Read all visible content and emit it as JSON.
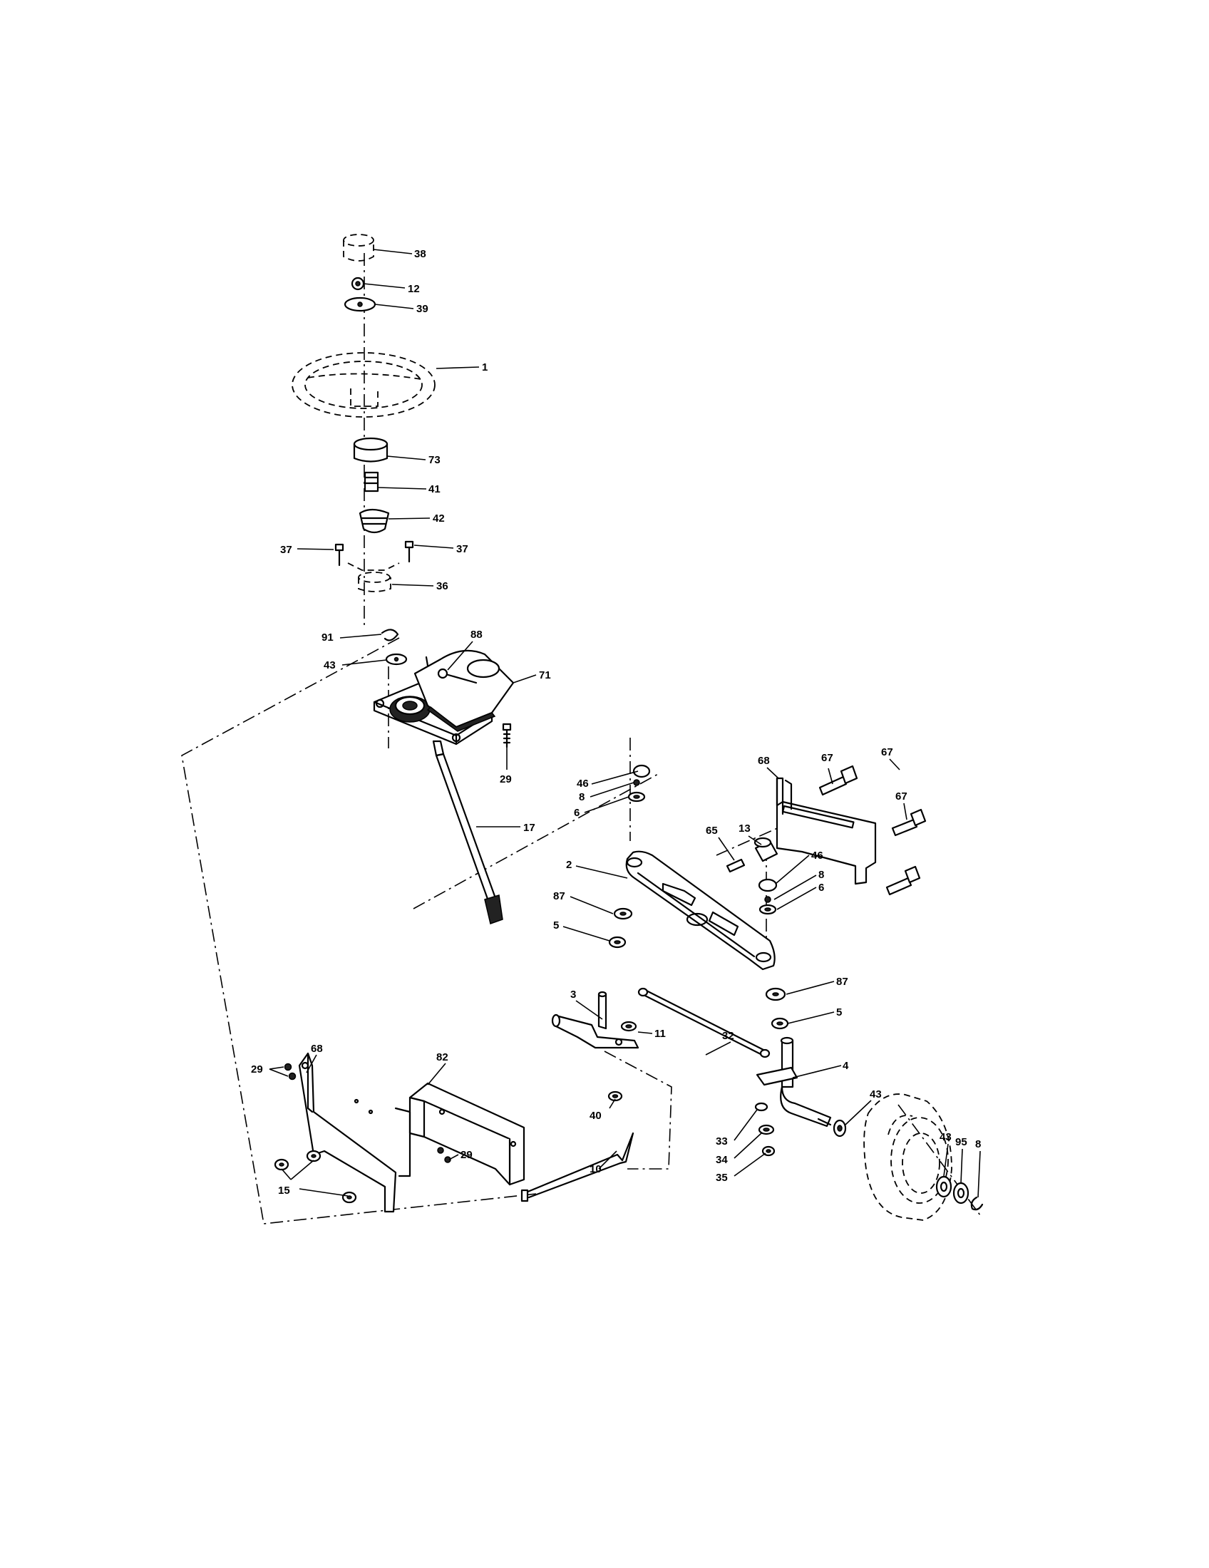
{
  "diagram": {
    "labels": [
      "38",
      "12",
      "39",
      "1",
      "73",
      "41",
      "42",
      "37",
      "37",
      "36",
      "91",
      "88",
      "43",
      "71",
      "29",
      "17",
      "68",
      "67",
      "67",
      "67",
      "46",
      "8",
      "6",
      "13",
      "65",
      "2",
      "46",
      "8",
      "6",
      "87",
      "5",
      "87",
      "3",
      "11",
      "32",
      "5",
      "68",
      "29",
      "82",
      "40",
      "4",
      "43",
      "15",
      "29",
      "10",
      "33",
      "34",
      "35",
      "43",
      "95",
      "8"
    ]
  }
}
